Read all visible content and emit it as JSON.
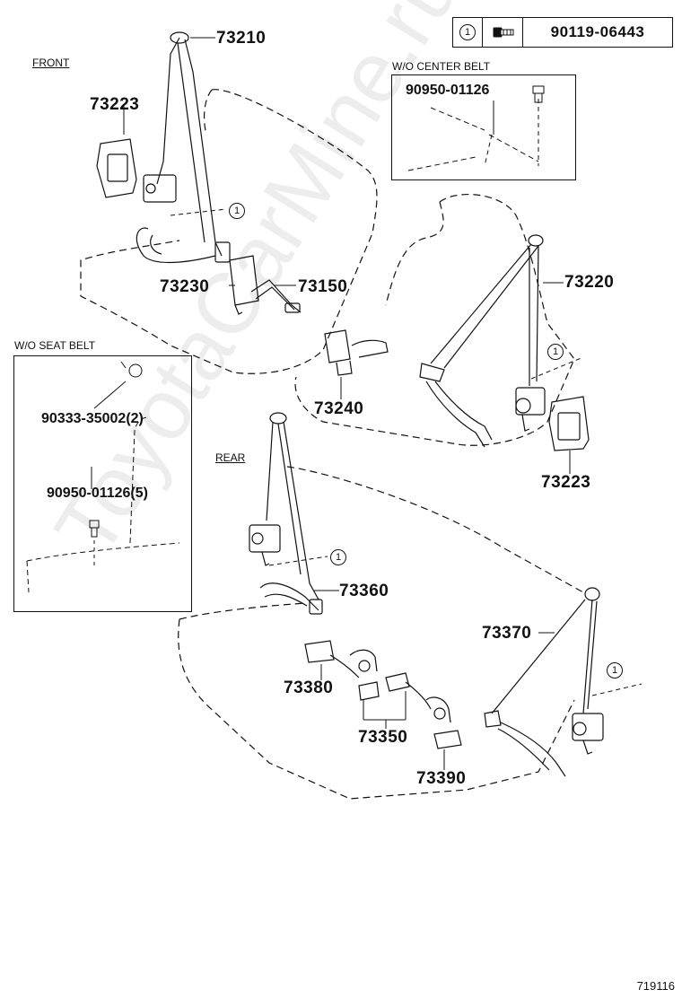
{
  "legend": {
    "ref_mark": "1",
    "part_number": "90119-06443",
    "icon": "bolt-icon"
  },
  "sections": {
    "front": "FRONT",
    "rear": "REAR",
    "wo_center_belt": "W/O  CENTER BELT",
    "wo_seat_belt": "W/O  SEAT BELT"
  },
  "inset_center_belt": {
    "part": "90950-01126"
  },
  "inset_seat_belt": {
    "part_a": "90333-35002(2)",
    "part_b": "90950-01126(5)"
  },
  "parts": {
    "p73210": "73210",
    "p73223_front_left": "73223",
    "p73230": "73230",
    "p73150": "73150",
    "p73240": "73240",
    "p73220": "73220",
    "p73223_front_right": "73223",
    "p73360": "73360",
    "p73370": "73370",
    "p73380": "73380",
    "p73350": "73350",
    "p73390": "73390"
  },
  "ref_marks": [
    "1",
    "1",
    "1",
    "1"
  ],
  "watermark": "ToyotaCarMine.ru",
  "figure_number": "719116"
}
